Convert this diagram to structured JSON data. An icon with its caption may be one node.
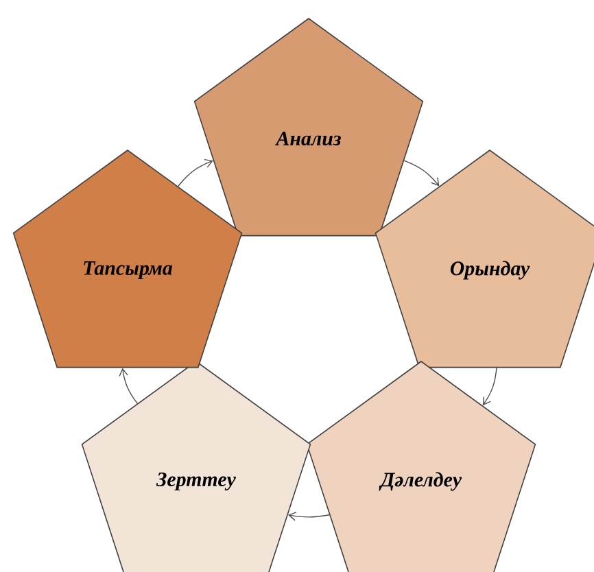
{
  "diagram": {
    "nodes": [
      {
        "text": [
          "Анализ"
        ]
      },
      {
        "text": [
          "Орындау"
        ]
      },
      {
        "text": [
          "Дәлелдеу"
        ]
      },
      {
        "text": [
          "Зерттеу"
        ]
      },
      {
        "text": [
          "Тапсырма"
        ]
      }
    ],
    "edges": [
      {
        "from": 4,
        "to": 0,
        "arrow": "to"
      },
      {
        "from": 0,
        "to": 1,
        "arrow": "to"
      },
      {
        "from": 1,
        "to": 2,
        "arrow": "to"
      },
      {
        "from": 2,
        "to": 3,
        "arrow": "to"
      },
      {
        "from": 3,
        "to": 4,
        "arrow": "to"
      }
    ]
  }
}
